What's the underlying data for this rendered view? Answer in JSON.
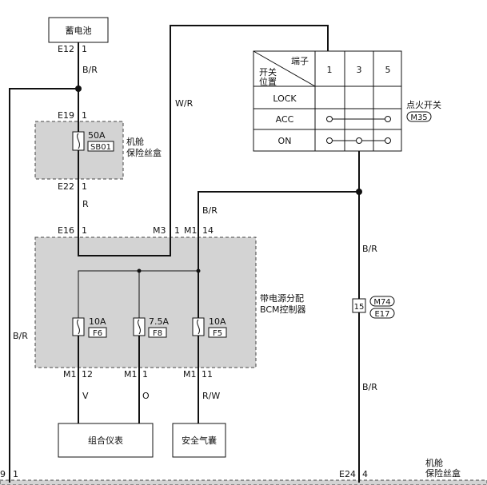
{
  "battery": {
    "label": "蓄电池",
    "connector": "E12",
    "pin": "1"
  },
  "wires": {
    "battery_out": "B/R",
    "fuse_out": "R",
    "ign_feed": "W/R",
    "bcm_m1_14": "B/R",
    "left_bus": "B/R",
    "right_upper": "B/R",
    "right_lower": "B/R",
    "f6_out": "V",
    "f8_out": "O",
    "f5_out": "R/W"
  },
  "engine_fuse_box": {
    "label_line1": "机舱",
    "label_line2": "保险丝盒",
    "in_connector": "E19",
    "in_pin": "1",
    "out_connector": "E22",
    "out_pin": "1",
    "fuse_rating": "50A",
    "fuse_id": "SB01"
  },
  "ignition_switch": {
    "header_terminal": "端子",
    "header_switch": "开关",
    "header_position": "位置",
    "terminals": [
      "1",
      "3",
      "5"
    ],
    "positions": [
      "LOCK",
      "ACC",
      "ON"
    ],
    "label": "点火开关",
    "connector": "M35"
  },
  "bcm": {
    "label_line1": "带电源分配",
    "label_line2": "BCM控制器",
    "pin_e16_connector": "E16",
    "pin_e16": "1",
    "pin_m3_connector": "M3",
    "pin_m3": "1",
    "pin_m1_top_connector": "M1",
    "pin_m1_top": "14",
    "fuses": [
      {
        "rating": "10A",
        "id": "F6",
        "out_connector": "M1",
        "out_pin": "12"
      },
      {
        "rating": "7.5A",
        "id": "F8",
        "out_connector": "M1",
        "out_pin": "1"
      },
      {
        "rating": "10A",
        "id": "F5",
        "out_connector": "M1",
        "out_pin": "11"
      }
    ]
  },
  "inline_connector": {
    "pin": "15",
    "connector_a": "M74",
    "connector_b": "E17"
  },
  "loads": {
    "cluster": "组合仪表",
    "airbag": "安全气囊"
  },
  "bottom": {
    "left_connector": "9",
    "left_pin": "1",
    "right_connector": "E24",
    "right_pin": "4",
    "label_line1": "机舱",
    "label_line2": "保险丝盒"
  },
  "colors": {
    "line": "#111111",
    "shade": "#d3d3d3",
    "paper": "#ffffff"
  }
}
